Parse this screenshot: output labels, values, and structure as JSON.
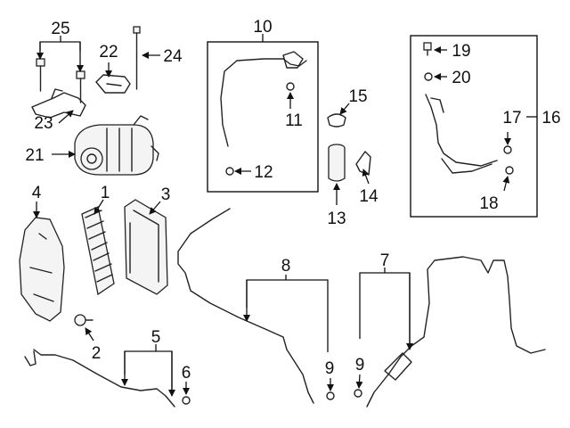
{
  "callouts": [
    {
      "id": "c1",
      "label": "1"
    },
    {
      "id": "c2",
      "label": "2"
    },
    {
      "id": "c3",
      "label": "3"
    },
    {
      "id": "c4",
      "label": "4"
    },
    {
      "id": "c5",
      "label": "5"
    },
    {
      "id": "c6",
      "label": "6"
    },
    {
      "id": "c7",
      "label": "7"
    },
    {
      "id": "c8",
      "label": "8"
    },
    {
      "id": "c9a",
      "label": "9"
    },
    {
      "id": "c9b",
      "label": "9"
    },
    {
      "id": "c10",
      "label": "10"
    },
    {
      "id": "c11",
      "label": "11"
    },
    {
      "id": "c12",
      "label": "12"
    },
    {
      "id": "c13",
      "label": "13"
    },
    {
      "id": "c14",
      "label": "14"
    },
    {
      "id": "c15",
      "label": "15"
    },
    {
      "id": "c16",
      "label": "16"
    },
    {
      "id": "c17",
      "label": "17"
    },
    {
      "id": "c18",
      "label": "18"
    },
    {
      "id": "c19",
      "label": "19"
    },
    {
      "id": "c20",
      "label": "20"
    },
    {
      "id": "c21",
      "label": "21"
    },
    {
      "id": "c22",
      "label": "22"
    },
    {
      "id": "c23",
      "label": "23"
    },
    {
      "id": "c24",
      "label": "24"
    },
    {
      "id": "c25",
      "label": "25"
    }
  ]
}
